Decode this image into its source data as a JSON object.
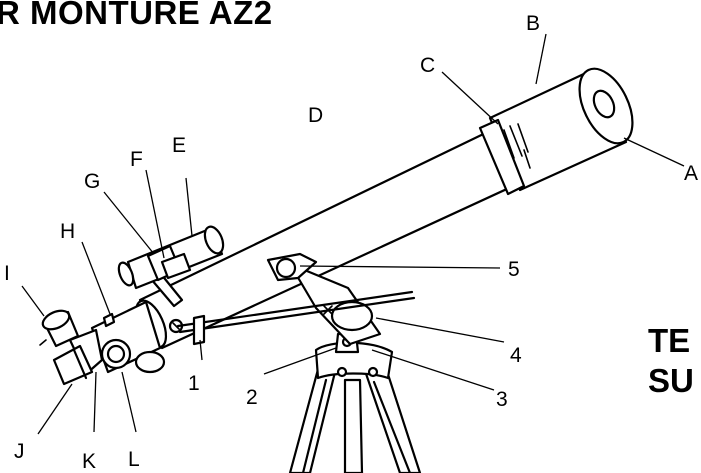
{
  "title": "R MONTURE AZ2",
  "side_heading": [
    "TE",
    "SU"
  ],
  "callouts": [
    {
      "id": "A",
      "label": "A"
    },
    {
      "id": "B",
      "label": "B"
    },
    {
      "id": "C",
      "label": "C"
    },
    {
      "id": "D",
      "label": "D"
    },
    {
      "id": "E",
      "label": "E"
    },
    {
      "id": "F",
      "label": "F"
    },
    {
      "id": "G",
      "label": "G"
    },
    {
      "id": "H",
      "label": "H"
    },
    {
      "id": "I",
      "label": "I"
    },
    {
      "id": "J",
      "label": "J"
    },
    {
      "id": "K",
      "label": "K"
    },
    {
      "id": "L",
      "label": "L"
    },
    {
      "id": "1",
      "label": "1"
    },
    {
      "id": "2",
      "label": "2"
    },
    {
      "id": "3",
      "label": "3"
    },
    {
      "id": "4",
      "label": "4"
    },
    {
      "id": "5",
      "label": "5"
    }
  ]
}
